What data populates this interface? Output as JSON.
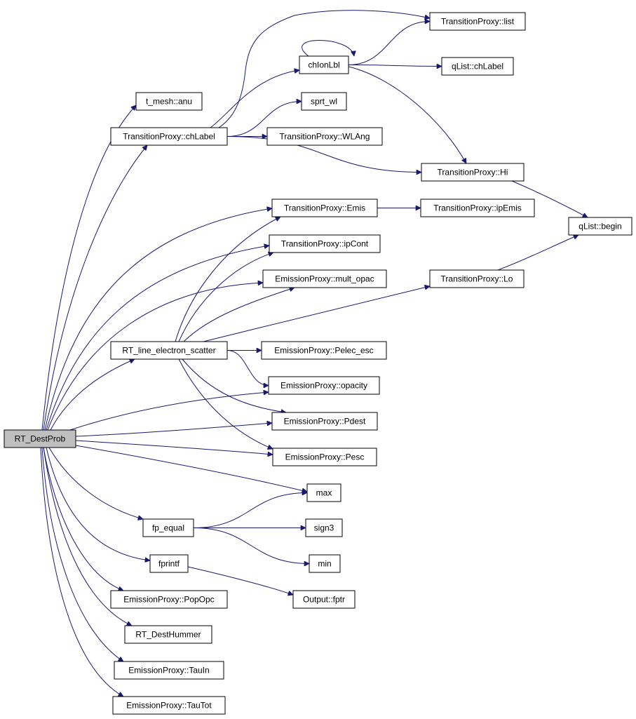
{
  "graph": {
    "nodes": [
      {
        "id": "root",
        "label": "RT_DestProb",
        "root": true
      },
      {
        "id": "anu",
        "label": "t_mesh::anu"
      },
      {
        "id": "chLabel",
        "label": "TransitionProxy::chLabel"
      },
      {
        "id": "list",
        "label": "TransitionProxy::list"
      },
      {
        "id": "chIonLbl",
        "label": "chIonLbl"
      },
      {
        "id": "qchLabel",
        "label": "qList::chLabel"
      },
      {
        "id": "sprt",
        "label": "sprt_wl"
      },
      {
        "id": "wlang",
        "label": "TransitionProxy::WLAng"
      },
      {
        "id": "hi",
        "label": "TransitionProxy::Hi"
      },
      {
        "id": "begin",
        "label": "qList::begin"
      },
      {
        "id": "emis",
        "label": "TransitionProxy::Emis"
      },
      {
        "id": "ipemis",
        "label": "TransitionProxy::ipEmis"
      },
      {
        "id": "ipcont",
        "label": "TransitionProxy::ipCont"
      },
      {
        "id": "multopac",
        "label": "EmissionProxy::mult_opac"
      },
      {
        "id": "lo",
        "label": "TransitionProxy::Lo"
      },
      {
        "id": "rtline",
        "label": "RT_line_electron_scatter"
      },
      {
        "id": "pelec",
        "label": "EmissionProxy::Pelec_esc"
      },
      {
        "id": "opacity",
        "label": "EmissionProxy::opacity"
      },
      {
        "id": "pdest",
        "label": "EmissionProxy::Pdest"
      },
      {
        "id": "pesc",
        "label": "EmissionProxy::Pesc"
      },
      {
        "id": "max",
        "label": "max"
      },
      {
        "id": "fpequal",
        "label": "fp_equal"
      },
      {
        "id": "sign3",
        "label": "sign3"
      },
      {
        "id": "min",
        "label": "min"
      },
      {
        "id": "fprintf",
        "label": "fprintf"
      },
      {
        "id": "fptr",
        "label": "Output::fptr"
      },
      {
        "id": "popopc",
        "label": "EmissionProxy::PopOpc"
      },
      {
        "id": "hummer",
        "label": "RT_DestHummer"
      },
      {
        "id": "tauin",
        "label": "EmissionProxy::TauIn"
      },
      {
        "id": "tautot",
        "label": "EmissionProxy::TauTot"
      }
    ],
    "edges": [
      [
        "root",
        "anu"
      ],
      [
        "root",
        "chLabel"
      ],
      [
        "root",
        "emis"
      ],
      [
        "root",
        "ipcont"
      ],
      [
        "root",
        "multopac"
      ],
      [
        "root",
        "rtline"
      ],
      [
        "root",
        "opacity"
      ],
      [
        "root",
        "pdest"
      ],
      [
        "root",
        "pesc"
      ],
      [
        "root",
        "max"
      ],
      [
        "root",
        "fpequal"
      ],
      [
        "root",
        "fprintf"
      ],
      [
        "root",
        "popopc"
      ],
      [
        "root",
        "hummer"
      ],
      [
        "root",
        "tauin"
      ],
      [
        "root",
        "tautot"
      ],
      [
        "chLabel",
        "list"
      ],
      [
        "chLabel",
        "chIonLbl"
      ],
      [
        "chLabel",
        "sprt"
      ],
      [
        "chLabel",
        "wlang"
      ],
      [
        "chLabel",
        "hi"
      ],
      [
        "chIonLbl",
        "chIonLbl"
      ],
      [
        "chIonLbl",
        "list"
      ],
      [
        "chIonLbl",
        "qchLabel"
      ],
      [
        "chIonLbl",
        "hi"
      ],
      [
        "hi",
        "begin"
      ],
      [
        "lo",
        "begin"
      ],
      [
        "emis",
        "ipemis"
      ],
      [
        "rtline",
        "emis"
      ],
      [
        "rtline",
        "ipcont"
      ],
      [
        "rtline",
        "multopac"
      ],
      [
        "rtline",
        "lo"
      ],
      [
        "rtline",
        "pelec"
      ],
      [
        "rtline",
        "opacity"
      ],
      [
        "rtline",
        "pdest"
      ],
      [
        "rtline",
        "pesc"
      ],
      [
        "fpequal",
        "max"
      ],
      [
        "fpequal",
        "sign3"
      ],
      [
        "fpequal",
        "min"
      ],
      [
        "fprintf",
        "fptr"
      ]
    ]
  }
}
